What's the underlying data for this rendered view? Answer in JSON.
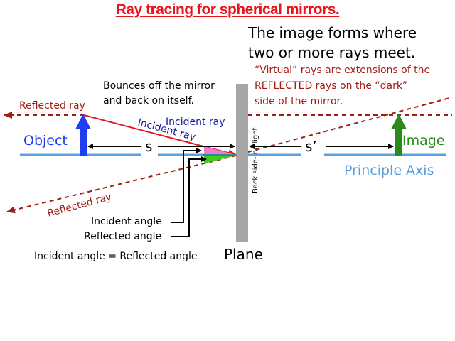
{
  "title": "Ray tracing for spherical mirrors.",
  "headline": [
    "The image forms where",
    "two or more rays meet."
  ],
  "virtual_note": [
    "“Virtual” rays are extensions of the",
    "REFLECTED rays on the “dark”",
    "side of the mirror."
  ],
  "bounce_note": [
    "Bounces off the mirror",
    "and back on itself."
  ],
  "labels": {
    "reflected_ray_upper": "Reflected ray",
    "reflected_ray_lower": "Reflected ray",
    "incident_ray_a": "Incident ray",
    "incident_ray_b": "Incident ray",
    "object": "Object",
    "image": "Image",
    "s": "s",
    "s_prime": "s’",
    "principle_axis": "Principle Axis",
    "back_side": "Back side- no light",
    "incident_angle": "Incident angle",
    "reflected_angle": "Reflected angle",
    "angle_rule": "Incident angle = Reflected angle",
    "plane": "Plane"
  },
  "colors": {
    "title": "#e8141b",
    "object": "#1f3ef0",
    "image": "#2a8a1c",
    "axis": "#5aa0e0",
    "ray": "#e8141b",
    "virtual_ray": "#a01e14",
    "mirror": "#a6a6a6",
    "incident_wedge": "#f07ad0",
    "reflected_wedge": "#39d01a"
  }
}
